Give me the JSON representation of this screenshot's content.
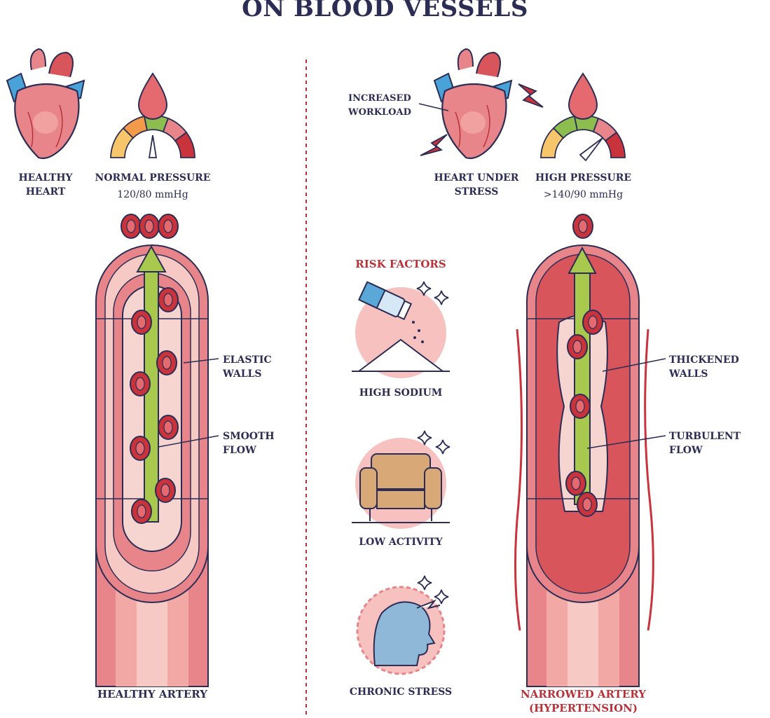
{
  "title": "ON BLOOD VESSELS",
  "healthy": {
    "heart_label": "HEALTHY\nHEART",
    "pressure_label": "NORMAL PRESSURE",
    "pressure_value": "120/80 mmHg",
    "walls_label": "ELASTIC\nWALLS",
    "flow_label": "SMOOTH\nFLOW",
    "artery_label": "HEALTHY ARTERY"
  },
  "hypertension": {
    "workload_label": "INCREASED\nWORKLOAD",
    "heart_label": "HEART UNDER\nSTRESS",
    "pressure_label": "HIGH PRESSURE",
    "pressure_value": ">140/90 mmHg",
    "walls_label": "THICKENED\nWALLS",
    "flow_label": "TURBULENT\nFLOW",
    "artery_label": "NARROWED ARTERY\n(HYPERTENSION)"
  },
  "risk_factors": {
    "title": "RISK FACTORS",
    "items": [
      "HIGH SODIUM",
      "LOW ACTIVITY",
      "CHRONIC STRESS"
    ]
  },
  "colors": {
    "navy": "#2b2d54",
    "artery": "#e8858a",
    "artery_light": "#f6c9c4",
    "cell": "#c8333c",
    "flow": "#a8c94d",
    "accent_red": "#b8323a"
  },
  "icons": [
    "heart-icon",
    "blood-drop-icon",
    "pressure-gauge-icon",
    "salt-shaker-icon",
    "armchair-icon",
    "stressed-head-icon",
    "sparkle-icon",
    "lightning-icon"
  ]
}
